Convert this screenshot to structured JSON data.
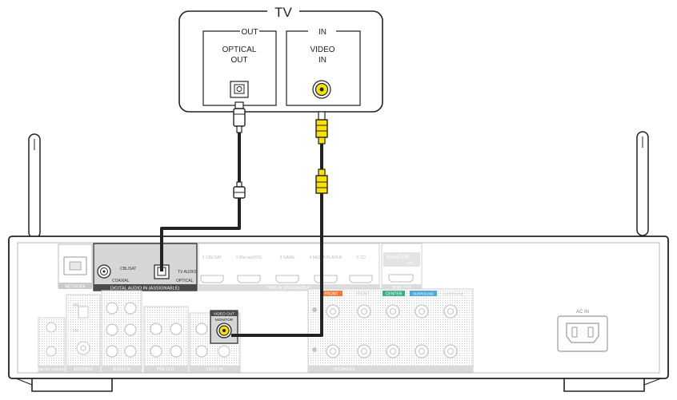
{
  "tv": {
    "title": "TV",
    "out_header": "OUT",
    "in_header": "IN",
    "optical_label_line1": "OPTICAL",
    "optical_label_line2": "OUT",
    "video_label_line1": "VIDEO",
    "video_label_line2": "IN"
  },
  "receiver": {
    "network_label": "NETWORK",
    "digital_audio_label": "DIGITAL AUDIO IN (ASSIGNABLE)",
    "cbl_sat_label": "CBL/SAT",
    "coaxial_label": "COAXIAL",
    "tv_audio_label": "TV AUDIO",
    "optical_label": "OPTICAL",
    "hdmi_inputs": [
      "1 CBL/SAT",
      "2 Blu-ray/DVD",
      "3 GAME",
      "4 MEDIA PLAYER",
      "5 CD"
    ],
    "hdmi_in_label": "HDMI IN (ASSIGNABLE)",
    "monitor_label": "MONITOR",
    "arc_label": "ARC",
    "hdmi_out_label": "HDMI OUT",
    "video_out_label": "VIDEO OUT",
    "monitor_jack_label": "MONITOR",
    "speaker_labels": [
      "FRONT",
      "FRONT",
      "CENTER",
      "SURROUND",
      "SURROUND"
    ],
    "speakers_label": "SPEAKERS",
    "ac_in_label": "AC IN",
    "remote_label": "REMOTE CONTROL",
    "antenna_label": "ANTENNA",
    "am_label": "AM",
    "fm_label": "FM",
    "audio_in_label": "AUDIO IN",
    "pre_out_label": "PRE OUT",
    "video_in_label": "VIDEO IN"
  },
  "colors": {
    "yellow_cable": "#f7e200",
    "panel_gray": "#d6d6d6",
    "orange_tag": "#f07a3a",
    "green_tag": "#3cae8a",
    "blue_tag": "#4ea9d8"
  }
}
